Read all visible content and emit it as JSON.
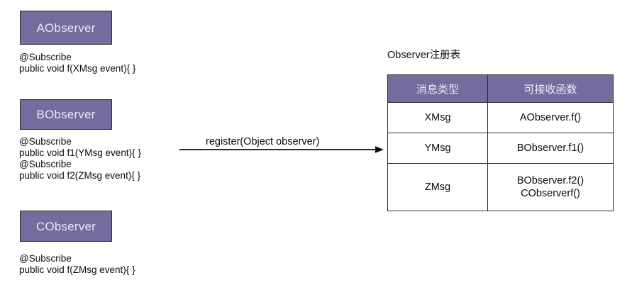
{
  "diagram": {
    "observers": [
      {
        "name": "AObserver",
        "code": "@Subscribe\npublic void f(XMsg event){ }"
      },
      {
        "name": "BObserver",
        "code": "@Subscribe\npublic void f1(YMsg event){ }\n@Subscribe\npublic void f2(ZMsg event){ }"
      },
      {
        "name": "CObserver",
        "code": "@Subscribe\npublic void f(ZMsg event){ }"
      }
    ],
    "arrow": {
      "label": "register(Object observer)"
    },
    "table": {
      "title": "Observer注册表",
      "headers": [
        "消息类型",
        "可接收函数"
      ],
      "rows": [
        {
          "type": "XMsg",
          "functions": [
            "AObserver.f()"
          ]
        },
        {
          "type": "YMsg",
          "functions": [
            "BObserver.f1()"
          ]
        },
        {
          "type": "ZMsg",
          "functions": [
            "BObserver.f2()",
            "CObserverf()"
          ]
        }
      ]
    },
    "colors": {
      "box_fill": "#736d9e",
      "box_border": "#2b2b2b",
      "box_text": "#e9e6f4",
      "body_text": "#0c0c0c",
      "background": "#ffffff"
    }
  }
}
